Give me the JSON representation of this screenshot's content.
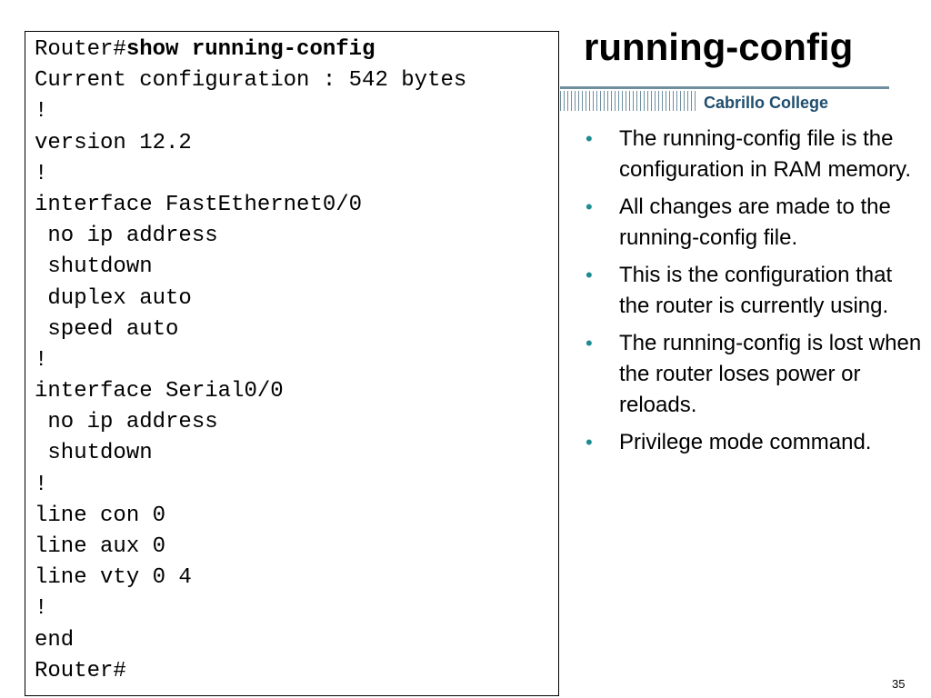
{
  "slide": {
    "title": "running-config",
    "college": "Cabrillo College",
    "page_number": "35"
  },
  "terminal": {
    "prompt": "Router#",
    "command": "show running-config",
    "lines": [
      "Current configuration : 542 bytes",
      "!",
      "version 12.2",
      "!",
      "interface FastEthernet0/0",
      " no ip address",
      " shutdown",
      " duplex auto",
      " speed auto",
      "!",
      "interface Serial0/0",
      " no ip address",
      " shutdown",
      "!",
      "line con 0",
      "line aux 0",
      "line vty 0 4",
      "!",
      "end",
      "Router#"
    ]
  },
  "bullets": [
    "The running-config file is the configuration in RAM memory.",
    "All changes are made to the running-config file.",
    "This is the configuration that the router is currently using.",
    "The running-config is lost when the router loses power or reloads.",
    "Privilege mode command."
  ],
  "colors": {
    "bullet": "#1e8c91",
    "college": "#1f4e6e",
    "rule": "#6f8f9f"
  }
}
